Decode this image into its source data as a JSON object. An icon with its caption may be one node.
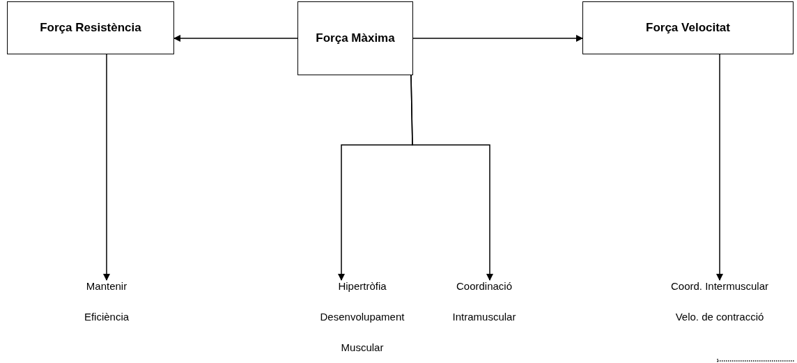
{
  "diagram": {
    "nodes": [
      {
        "text": [
          "Força Resistència"
        ]
      },
      {
        "text": [
          "Força Màxima"
        ]
      },
      {
        "text": [
          "Força Velocitat"
        ]
      },
      {
        "text": [
          "Mantenir",
          "Eficiència"
        ]
      },
      {
        "text": [
          "Hipertròfia",
          "Desenvolupament",
          "Muscular"
        ]
      },
      {
        "text": [
          "Coordinació",
          "Intramuscular"
        ]
      },
      {
        "text": [
          "Coord. Intermuscular",
          "Velo. de contracció"
        ]
      }
    ],
    "edges": [
      {
        "from": 1,
        "to": 0,
        "arrow": "to"
      },
      {
        "from": 1,
        "to": 2,
        "arrow": "to"
      },
      {
        "from": 0,
        "to": 3,
        "arrow": "to"
      },
      {
        "from": 1,
        "to": 4,
        "arrow": "to"
      },
      {
        "from": 1,
        "to": 5,
        "arrow": "to"
      },
      {
        "from": 2,
        "to": 6,
        "arrow": "to"
      }
    ]
  }
}
